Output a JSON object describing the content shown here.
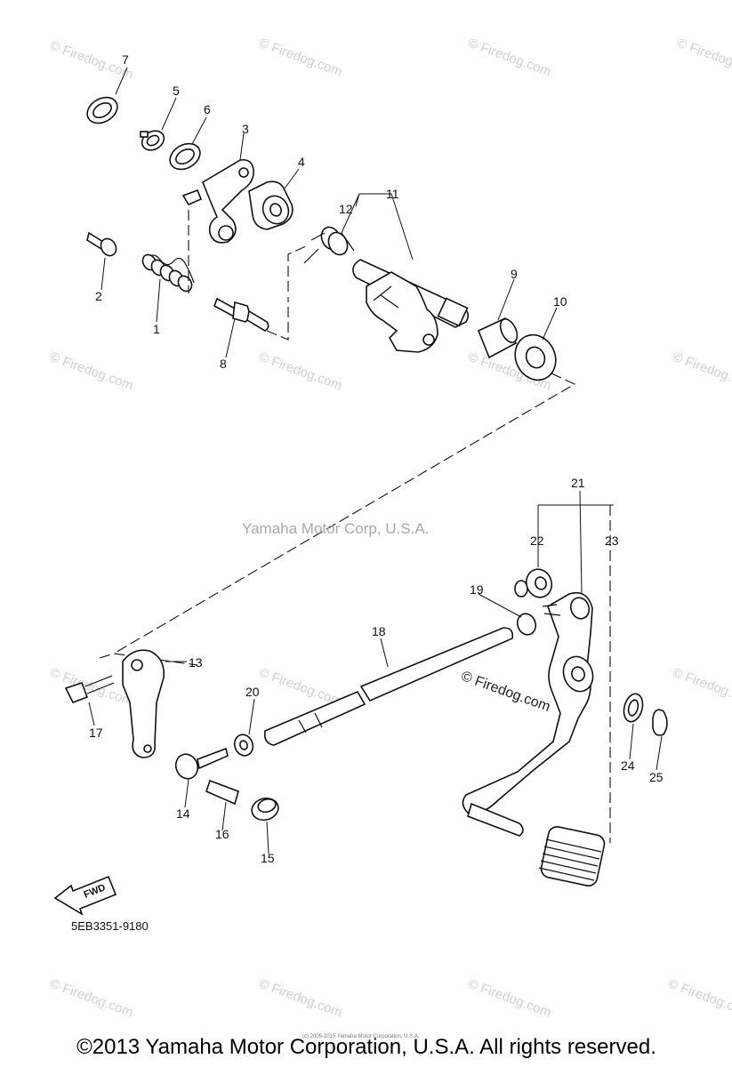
{
  "watermark": {
    "corner_text": "© Firedog.com",
    "center_text": "Yamaha Motor Corp, U.S.A.",
    "inline_text": "© Firedog.com"
  },
  "diagram": {
    "part_code": "5EB3351-9180",
    "fwd_label": "FWD",
    "callouts": [
      "1",
      "2",
      "3",
      "4",
      "5",
      "6",
      "7",
      "8",
      "9",
      "10",
      "11",
      "12",
      "13",
      "14",
      "15",
      "16",
      "17",
      "18",
      "19",
      "20",
      "21",
      "22",
      "23",
      "24",
      "25"
    ]
  },
  "footer": {
    "small_text": "(c) 2005-2015 Yamaha Motor Corporation, U.S.A.",
    "copyright": "©2013 Yamaha Motor Corporation, U.S.A. All rights reserved."
  }
}
